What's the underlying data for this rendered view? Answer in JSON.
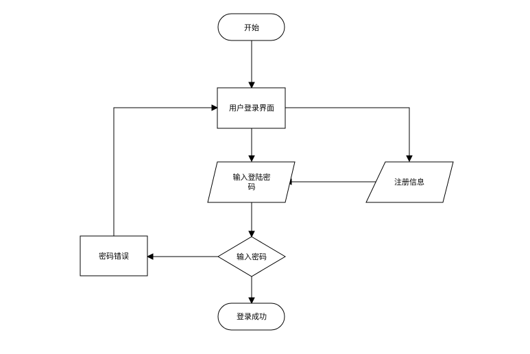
{
  "diagram": {
    "nodes": {
      "start": {
        "label": "开始"
      },
      "login_ui": {
        "label": "用户登录界面"
      },
      "input_login_pwd": {
        "line1": "输入登陆密",
        "line2": "码"
      },
      "register_info": {
        "label": "注册信息"
      },
      "input_pwd": {
        "label": "输入密码"
      },
      "pwd_error": {
        "label": "密码错误"
      },
      "login_success": {
        "label": "登录成功"
      }
    }
  }
}
